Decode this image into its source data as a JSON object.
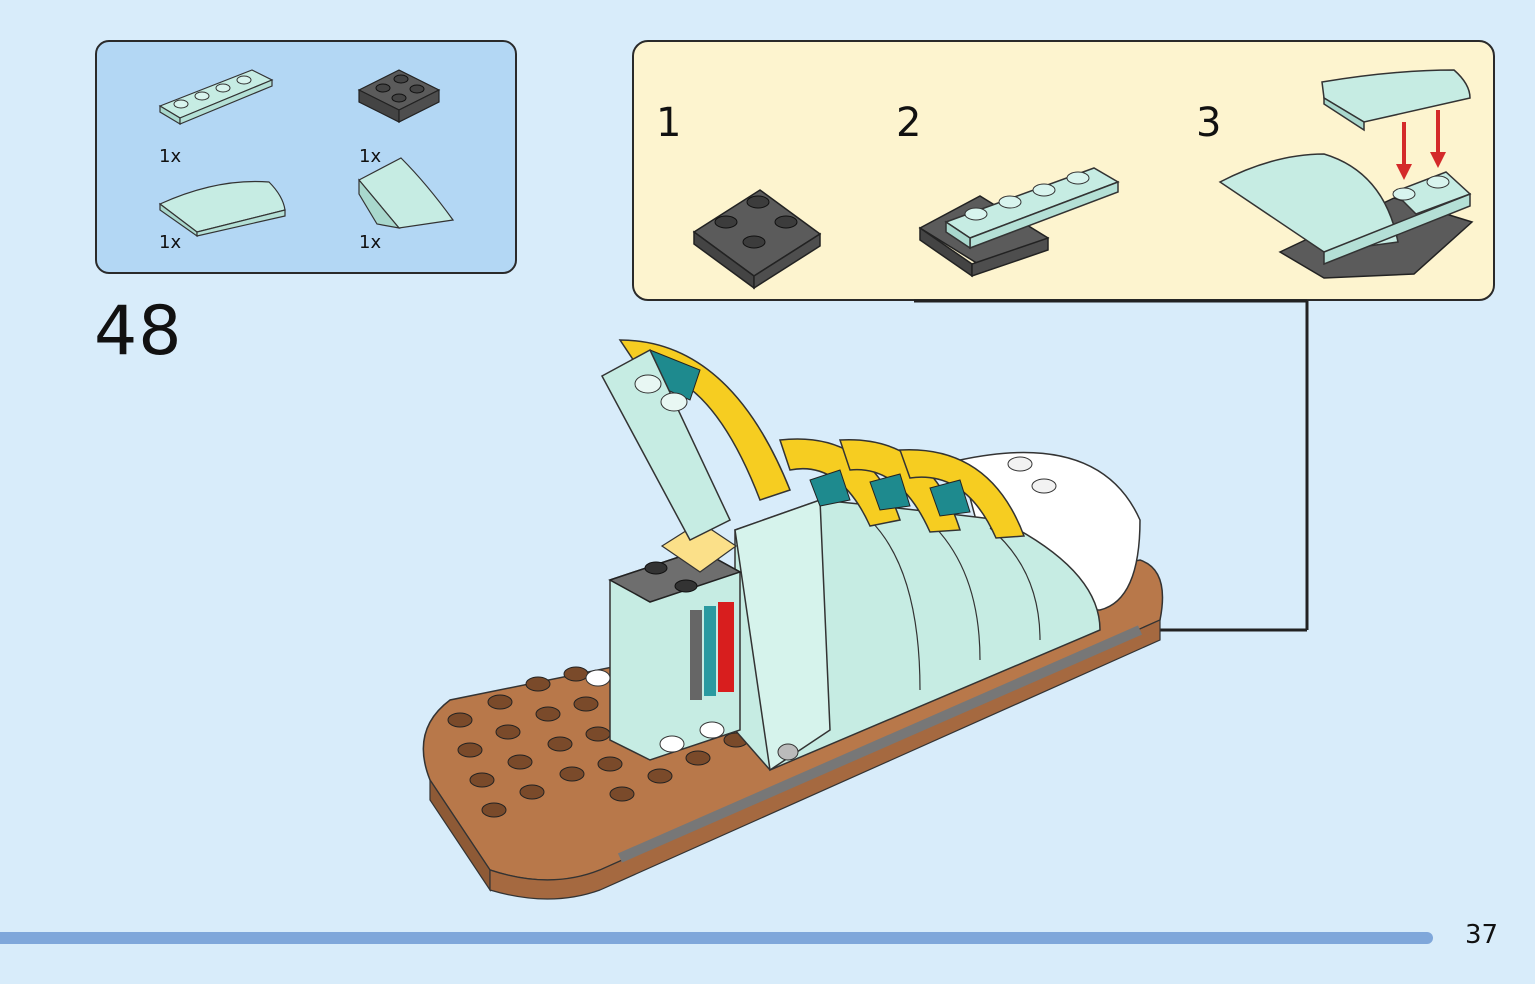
{
  "step": {
    "number": "48"
  },
  "parts": [
    {
      "name": "plate 1x4 light aqua",
      "qty": "1x"
    },
    {
      "name": "plate 2x2 dark grey",
      "qty": "1x"
    },
    {
      "name": "curved slope light aqua",
      "qty": "1x"
    },
    {
      "name": "curved slope 2x2 light aqua",
      "qty": "1x"
    }
  ],
  "substeps": [
    {
      "label": "1"
    },
    {
      "label": "2"
    },
    {
      "label": "3"
    }
  ],
  "colors": {
    "background": "#d8ecfa",
    "parts_panel": "#b3d7f4",
    "substep_panel": "#fdf4cf",
    "light_aqua": "#c6ece3",
    "dark_grey": "#5b5b5b",
    "brown": "#b8784a",
    "yellow": "#f6cd21",
    "arrow_red": "#d42a2a",
    "footer_bar": "#7fa7da"
  },
  "page": {
    "number": "37"
  }
}
